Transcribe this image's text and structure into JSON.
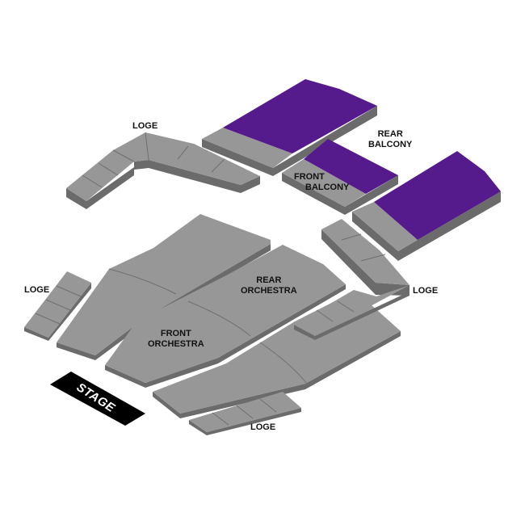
{
  "chart": {
    "colors": {
      "section_top": "#979797",
      "section_side": "#6b6b6b",
      "highlight": "#551a8b",
      "stage": "#000000",
      "label": "#111111"
    },
    "stage": {
      "label": "STAGE"
    },
    "sections": [
      {
        "id": "rear-balcony",
        "label_line1": "REAR",
        "label_line2": "BALCONY",
        "highlighted": true
      },
      {
        "id": "front-balcony",
        "label_line1": "FRONT",
        "label_line2": "BALCONY",
        "highlighted": false
      },
      {
        "id": "rear-orchestra",
        "label_line1": "REAR",
        "label_line2": "ORCHESTRA",
        "highlighted": false
      },
      {
        "id": "front-orchestra",
        "label_line1": "FRONT",
        "label_line2": "ORCHESTRA",
        "highlighted": false
      },
      {
        "id": "loge-top",
        "label_line1": "LOGE",
        "highlighted": false
      },
      {
        "id": "loge-left",
        "label_line1": "LOGE",
        "highlighted": false
      },
      {
        "id": "loge-right",
        "label_line1": "LOGE",
        "highlighted": false
      },
      {
        "id": "loge-bottom",
        "label_line1": "LOGE",
        "highlighted": false
      }
    ]
  }
}
